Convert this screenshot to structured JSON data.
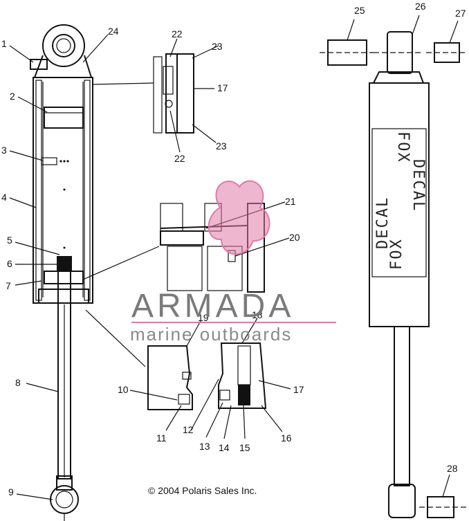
{
  "callouts": [
    {
      "id": "1",
      "label": "1"
    },
    {
      "id": "2",
      "label": "2"
    },
    {
      "id": "3",
      "label": "3"
    },
    {
      "id": "4",
      "label": "4"
    },
    {
      "id": "5",
      "label": "5"
    },
    {
      "id": "6",
      "label": "6"
    },
    {
      "id": "7",
      "label": "7"
    },
    {
      "id": "8",
      "label": "8"
    },
    {
      "id": "9",
      "label": "9"
    },
    {
      "id": "10",
      "label": "10"
    },
    {
      "id": "11",
      "label": "11"
    },
    {
      "id": "12",
      "label": "12"
    },
    {
      "id": "13",
      "label": "13"
    },
    {
      "id": "14",
      "label": "14"
    },
    {
      "id": "15",
      "label": "15"
    },
    {
      "id": "16",
      "label": "16"
    },
    {
      "id": "17a",
      "label": "17"
    },
    {
      "id": "17b",
      "label": "17"
    },
    {
      "id": "18",
      "label": "18"
    },
    {
      "id": "19",
      "label": "19"
    },
    {
      "id": "20",
      "label": "20"
    },
    {
      "id": "21",
      "label": "21"
    },
    {
      "id": "22a",
      "label": "22"
    },
    {
      "id": "22b",
      "label": "22"
    },
    {
      "id": "23a",
      "label": "23"
    },
    {
      "id": "23b",
      "label": "23"
    },
    {
      "id": "24",
      "label": "24"
    },
    {
      "id": "25",
      "label": "25"
    },
    {
      "id": "26",
      "label": "26"
    },
    {
      "id": "27",
      "label": "27"
    },
    {
      "id": "28",
      "label": "28"
    }
  ],
  "decal": {
    "line1": "FOX",
    "line2": "DECAL"
  },
  "watermark": {
    "title": "ARMADA",
    "subtitle": "marine outboards"
  },
  "copyright": "© 2004 Polaris Sales Inc.",
  "colors": {
    "line": "#111111",
    "watermark_gray": "#7a7a7a",
    "watermark_pink": "#e07aa8"
  }
}
